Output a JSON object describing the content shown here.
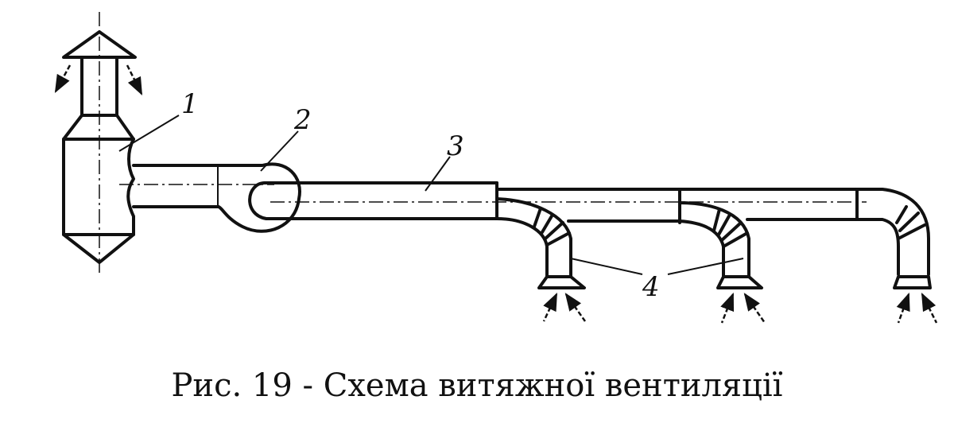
{
  "labels": {
    "fan": "1",
    "motor": "2",
    "duct": "3",
    "hoods": "4"
  },
  "caption": "Рис. 19 - Схема витяжної вентиляції"
}
